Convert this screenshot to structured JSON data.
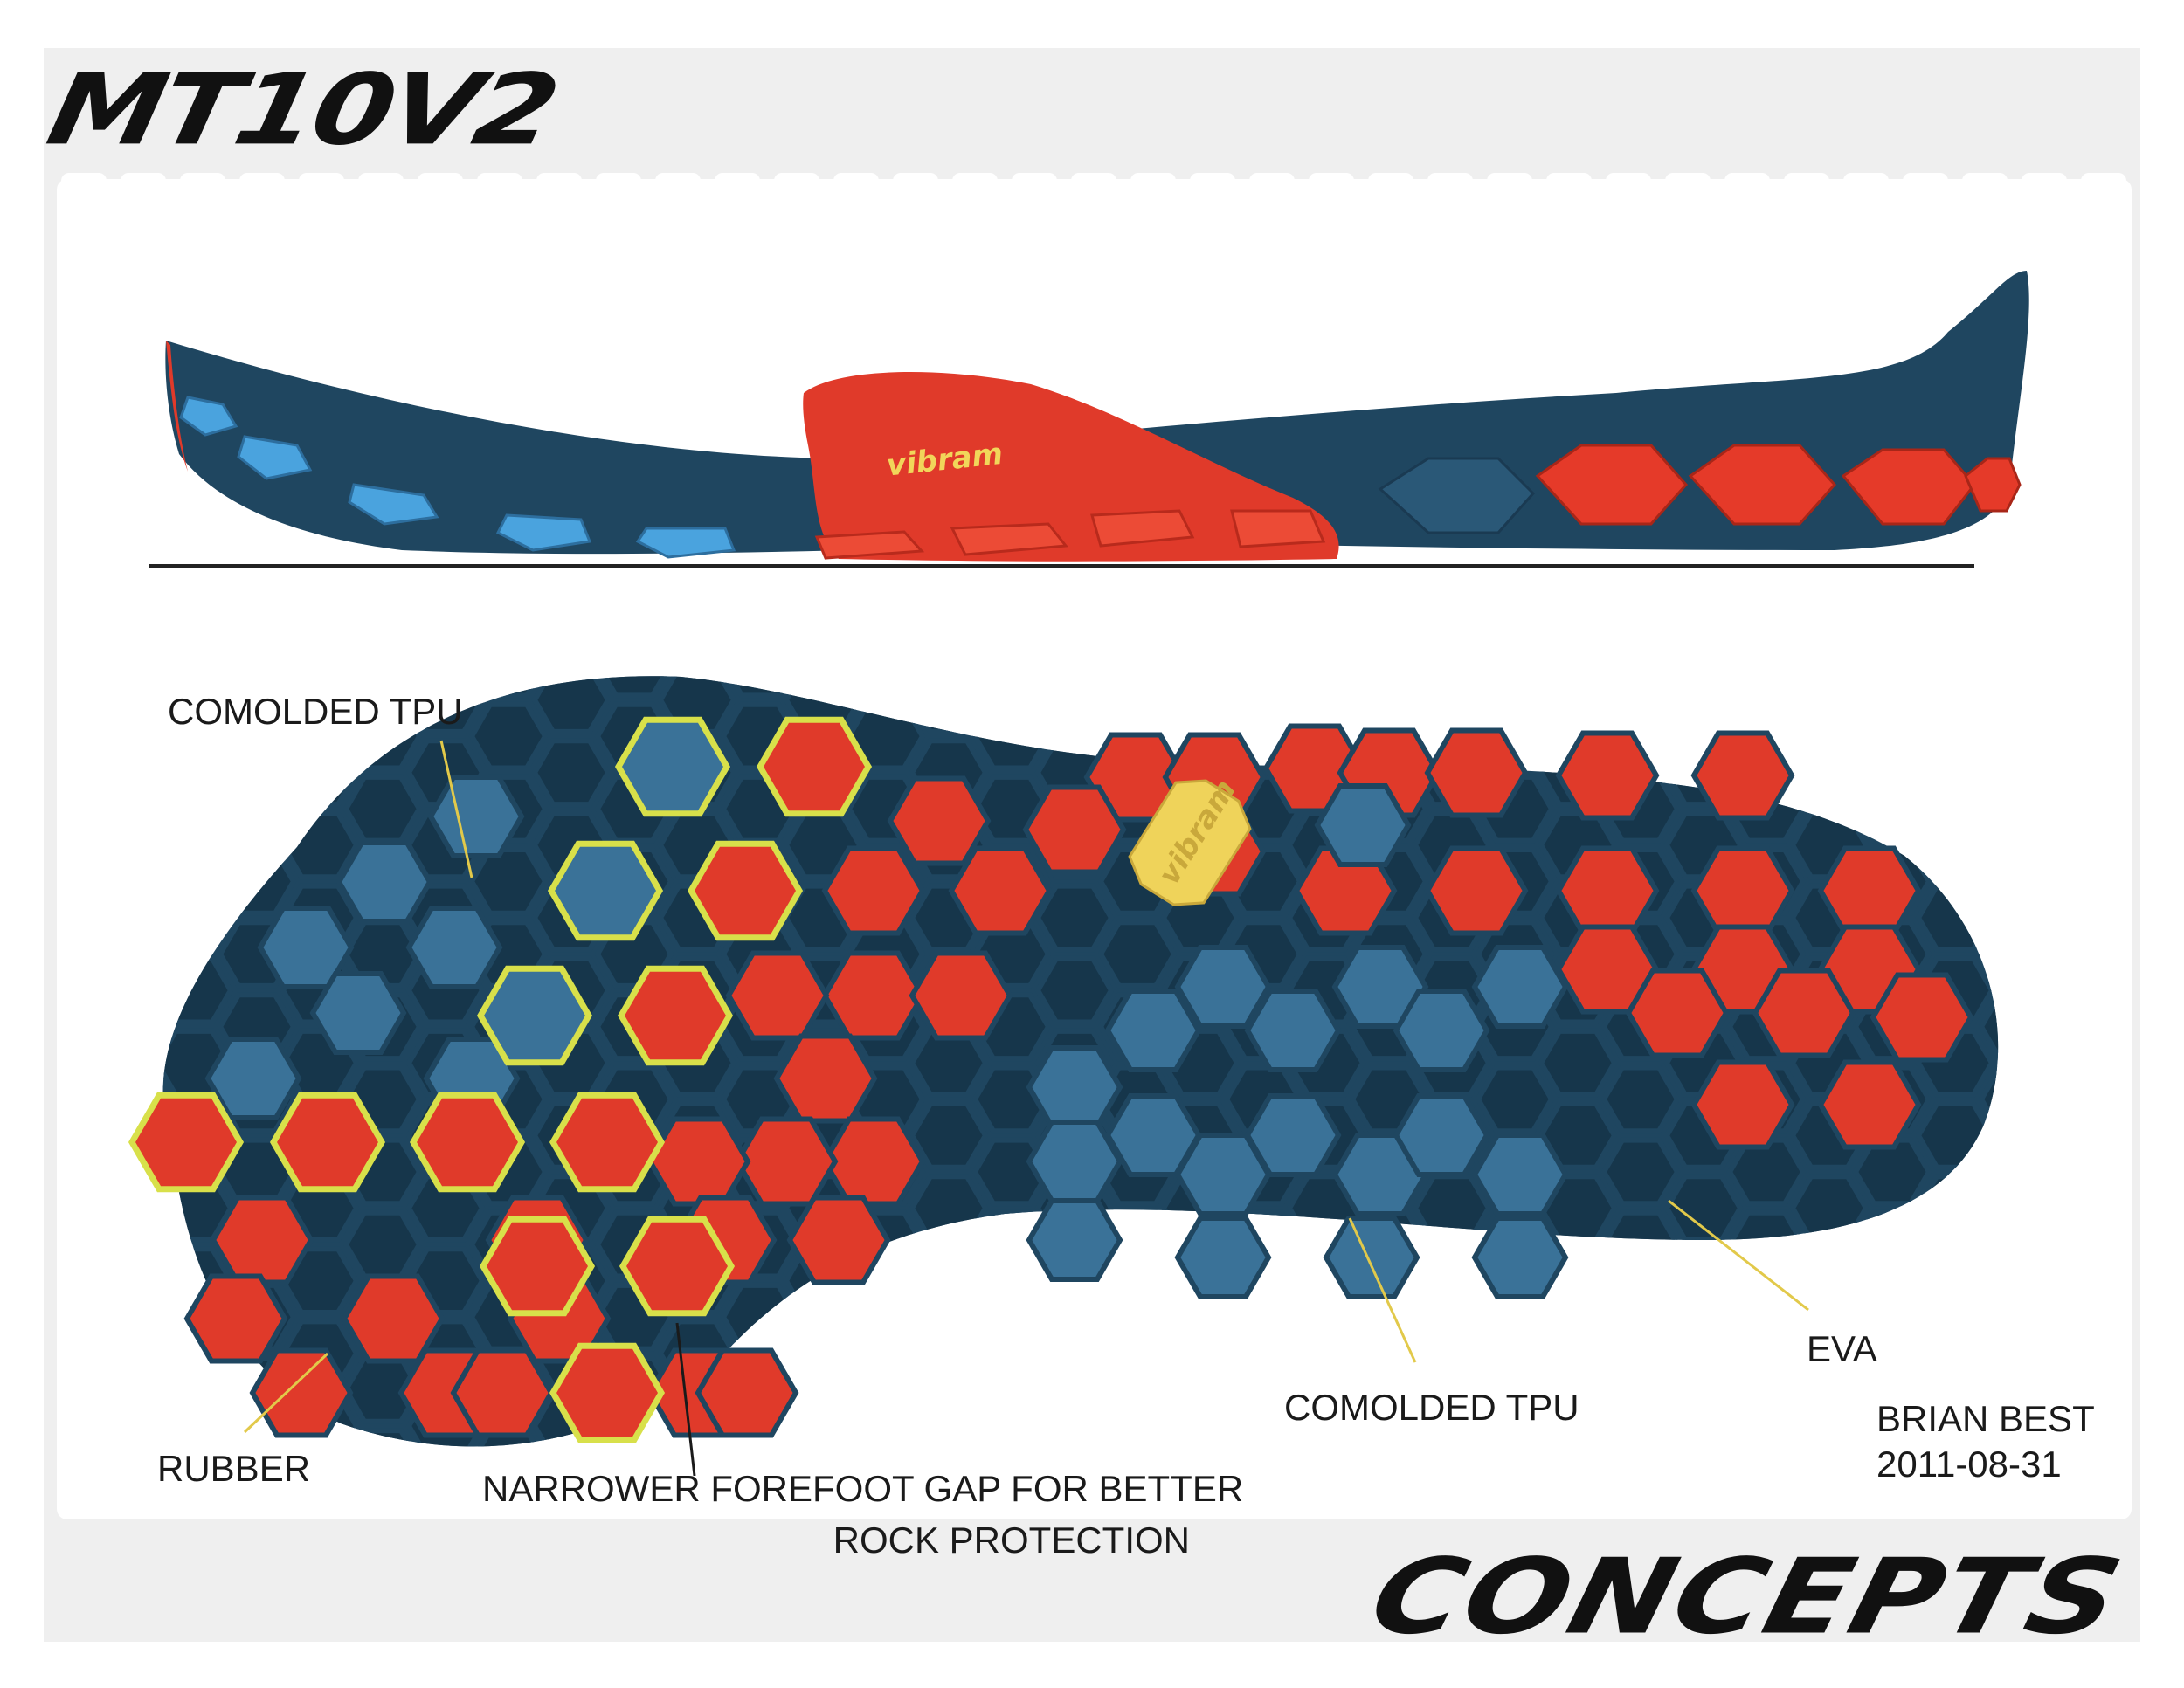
{
  "header": {
    "title": "MT10V2"
  },
  "footer": {
    "title": "CONCEPTS"
  },
  "side_view": {
    "logo_text": "vibram"
  },
  "outsole": {
    "logo_text": "vibram"
  },
  "callouts": {
    "comolded_tpu_top": "COMOLDED TPU",
    "comolded_tpu_bottom": "COMOLDED TPU",
    "rubber": "RUBBER",
    "eva": "EVA",
    "forefoot_gap_line1": "NARROWER FOREFOOT GAP FOR BETTER",
    "forefoot_gap_line2": "ROCK PROTECTION"
  },
  "author": {
    "name": "BRIAN BEST",
    "date": "2011-08-31"
  },
  "colors": {
    "navy": "#1f4660",
    "navy_dark": "#16364b",
    "tpu_blue": "#3a7298",
    "rubber_red": "#e03a2a",
    "highlight_yellow": "#d8e04a",
    "leader_yellow": "#e2c94a",
    "logo_yellow": "#efd35a",
    "frame_gray": "#efefef"
  },
  "icons": {
    "logo": "vibram-logo"
  }
}
